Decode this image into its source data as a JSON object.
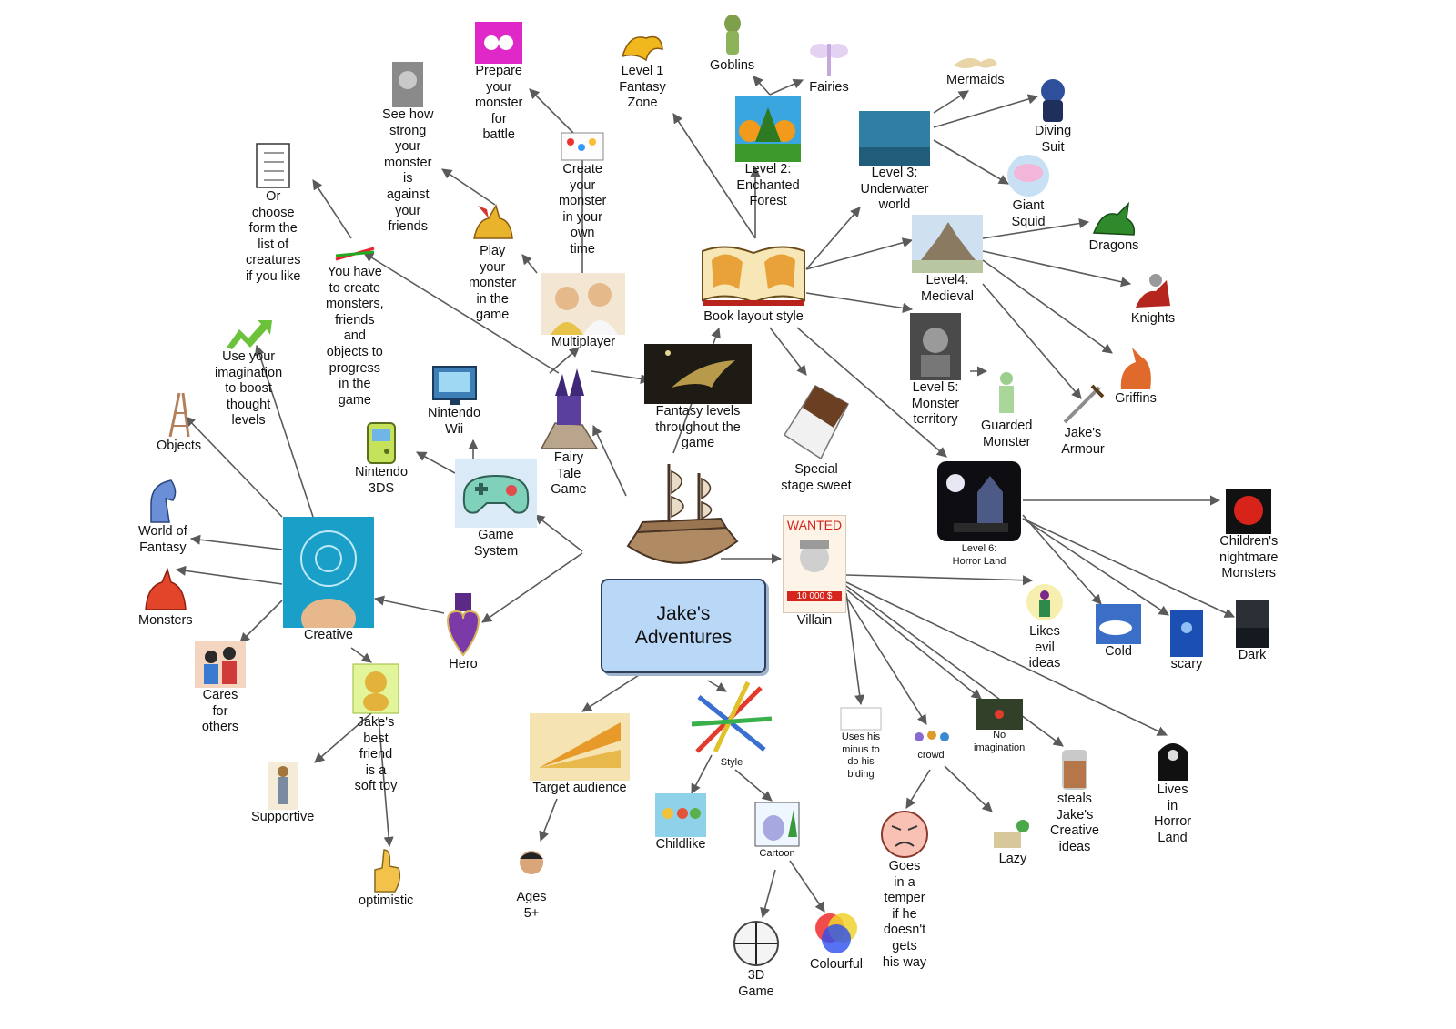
{
  "title": "Jake's Adventures",
  "nodes": {
    "root": {
      "label": "Jake's\nAdventures"
    },
    "game_system": {
      "label": "Game\nSystem",
      "icon": "gamepad-icon"
    },
    "nintendo_3ds": {
      "label": "Nintendo\n3DS",
      "icon": "handheld-console-icon"
    },
    "nintendo_wii": {
      "label": "Nintendo\nWii",
      "icon": "wii-console-icon"
    },
    "fairy_tale_game": {
      "label": "Fairy\nTale\nGame",
      "icon": "castle-icon"
    },
    "fantasy_levels": {
      "label": "Fantasy levels\nthroughout the\ngame",
      "icon": "night-dragon-icon"
    },
    "multiplayer": {
      "label": "Multiplayer",
      "icon": "friends-photo-icon"
    },
    "play_monster": {
      "label": "Play\nyour\nmonster\nin the\ngame",
      "icon": "griffin-icon"
    },
    "see_how_strong": {
      "label": "See how\nstrong\nyour\nmonster\nis\nagainst\nyour\nfriends",
      "icon": "lion-statue-icon"
    },
    "create_monster": {
      "label": "Create\nyour\nmonster\nin your\nown\ntime",
      "icon": "paint-palette-icon"
    },
    "prepare_monster": {
      "label": "Prepare\nyour\nmonster\nfor\nbattle",
      "icon": "fighters-icon"
    },
    "you_have_create": {
      "label": "You have\nto create\nmonsters,\nfriends\nand\nobjects to\nprogress\nin the\ngame",
      "icon": "pencils-icon"
    },
    "choose_list": {
      "label": "Or\nchoose\nform the\nlist of\ncreatures\nif you like",
      "icon": "checklist-icon"
    },
    "book_layout": {
      "label": "Book layout style",
      "icon": "open-book-icon"
    },
    "level1": {
      "label": "Level 1\nFantasy\nZone",
      "icon": "golden-dragon-icon"
    },
    "level2": {
      "label": "Level 2:\nEnchanted\nForest",
      "icon": "forest-icon"
    },
    "goblins": {
      "label": "Goblins",
      "icon": "goblin-icon"
    },
    "fairies": {
      "label": "Fairies",
      "icon": "fairy-icon"
    },
    "level3": {
      "label": "Level 3:\nUnderwater\nworld",
      "icon": "underwater-photo-icon"
    },
    "mermaids": {
      "label": "Mermaids",
      "icon": "mermaid-icon"
    },
    "diving_suit": {
      "label": "Diving\nSuit",
      "icon": "diving-suit-icon"
    },
    "giant_squid": {
      "label": "Giant\nSquid",
      "icon": "squid-icon"
    },
    "level4": {
      "label": "Level4:\nMedieval",
      "icon": "castle-photo-icon"
    },
    "dragons": {
      "label": "Dragons",
      "icon": "dragon-icon"
    },
    "knights": {
      "label": "Knights",
      "icon": "knight-icon"
    },
    "griffins": {
      "label": "Griffins",
      "icon": "griffin-icon"
    },
    "jakes_armour": {
      "label": "Jake's\nArmour",
      "icon": "sword-icon"
    },
    "level5": {
      "label": "Level 5:\nMonster\nterritory",
      "icon": "monster-photo-icon"
    },
    "guarded_monster": {
      "label": "Guarded\nMonster",
      "icon": "statue-icon"
    },
    "level6": {
      "label": "Level 6:\nHorror Land",
      "icon": "haunted-house-icon"
    },
    "childrens_nightmare": {
      "label": "Children's\nnightmare\nMonsters",
      "icon": "red-monster-icon"
    },
    "cold": {
      "label": "Cold",
      "icon": "cold-sky-icon"
    },
    "scary": {
      "label": "scary",
      "icon": "scary-photo-icon"
    },
    "dark": {
      "label": "Dark",
      "icon": "dark-sea-icon"
    },
    "special_stage": {
      "label": "Special\nstage sweet",
      "icon": "chocolate-bar-icon"
    },
    "villain": {
      "label": "Villain",
      "icon": "wanted-poster-icon",
      "poster_title": "WANTED",
      "poster_reward": "10 000 $"
    },
    "likes_evil": {
      "label": "Likes\nevil\nideas",
      "icon": "evil-figure-icon"
    },
    "lives_horror": {
      "label": "Lives\nin\nHorror\nLand",
      "icon": "tombstone-icon"
    },
    "steals_ideas": {
      "label": "steals\nJake's\nCreative\nideas",
      "icon": "coin-jar-icon"
    },
    "no_imagination": {
      "label": "No\nimagination",
      "icon": "no-entry-photo-icon"
    },
    "crowd": {
      "label": "crowd",
      "icon": "crowd-icon"
    },
    "lazy": {
      "label": "Lazy",
      "icon": "lazy-person-icon"
    },
    "temper": {
      "label": "Goes\nin a\ntemper\nif he\ndoesn't\ngets\nhis way",
      "icon": "angry-face-icon"
    },
    "uses_minus": {
      "label": "Uses his\nminus to\ndo his\nbiding",
      "icon": "blank-card-icon"
    },
    "style": {
      "label": "Style",
      "icon": "paintbrushes-icon"
    },
    "childlike": {
      "label": "Childlike",
      "icon": "children-drawing-icon"
    },
    "cartoon": {
      "label": "Cartoon",
      "icon": "cartoon-dino-icon"
    },
    "game_3d": {
      "label": "3D\nGame",
      "icon": "3d-axes-icon"
    },
    "colourful": {
      "label": "Colourful",
      "icon": "color-wheel-icon"
    },
    "target_audience": {
      "label": "Target audience",
      "icon": "sunburst-icon"
    },
    "ages": {
      "label": "Ages\n5+",
      "icon": "boy-photo-icon"
    },
    "hero": {
      "label": "Hero",
      "icon": "purple-heart-medal-icon"
    },
    "creative": {
      "label": "Creative",
      "icon": "mind-target-icon"
    },
    "imagination": {
      "label": "Use your\nimagination\nto boost\nthought\nlevels",
      "icon": "green-arrow-icon"
    },
    "objects": {
      "label": "Objects",
      "icon": "ladder-icon"
    },
    "world_fantasy": {
      "label": "World of\nFantasy",
      "icon": "chess-knight-icon"
    },
    "monsters": {
      "label": "Monsters",
      "icon": "red-dragon-icon"
    },
    "cares": {
      "label": "Cares\nfor\nothers",
      "icon": "caring-people-icon"
    },
    "best_friend": {
      "label": "Jake's\nbest\nfriend\nis a\nsoft toy",
      "icon": "teddy-bear-icon"
    },
    "supportive": {
      "label": "Supportive",
      "icon": "standing-person-icon"
    },
    "optimistic": {
      "label": "optimistic",
      "icon": "thumbs-up-icon"
    }
  }
}
